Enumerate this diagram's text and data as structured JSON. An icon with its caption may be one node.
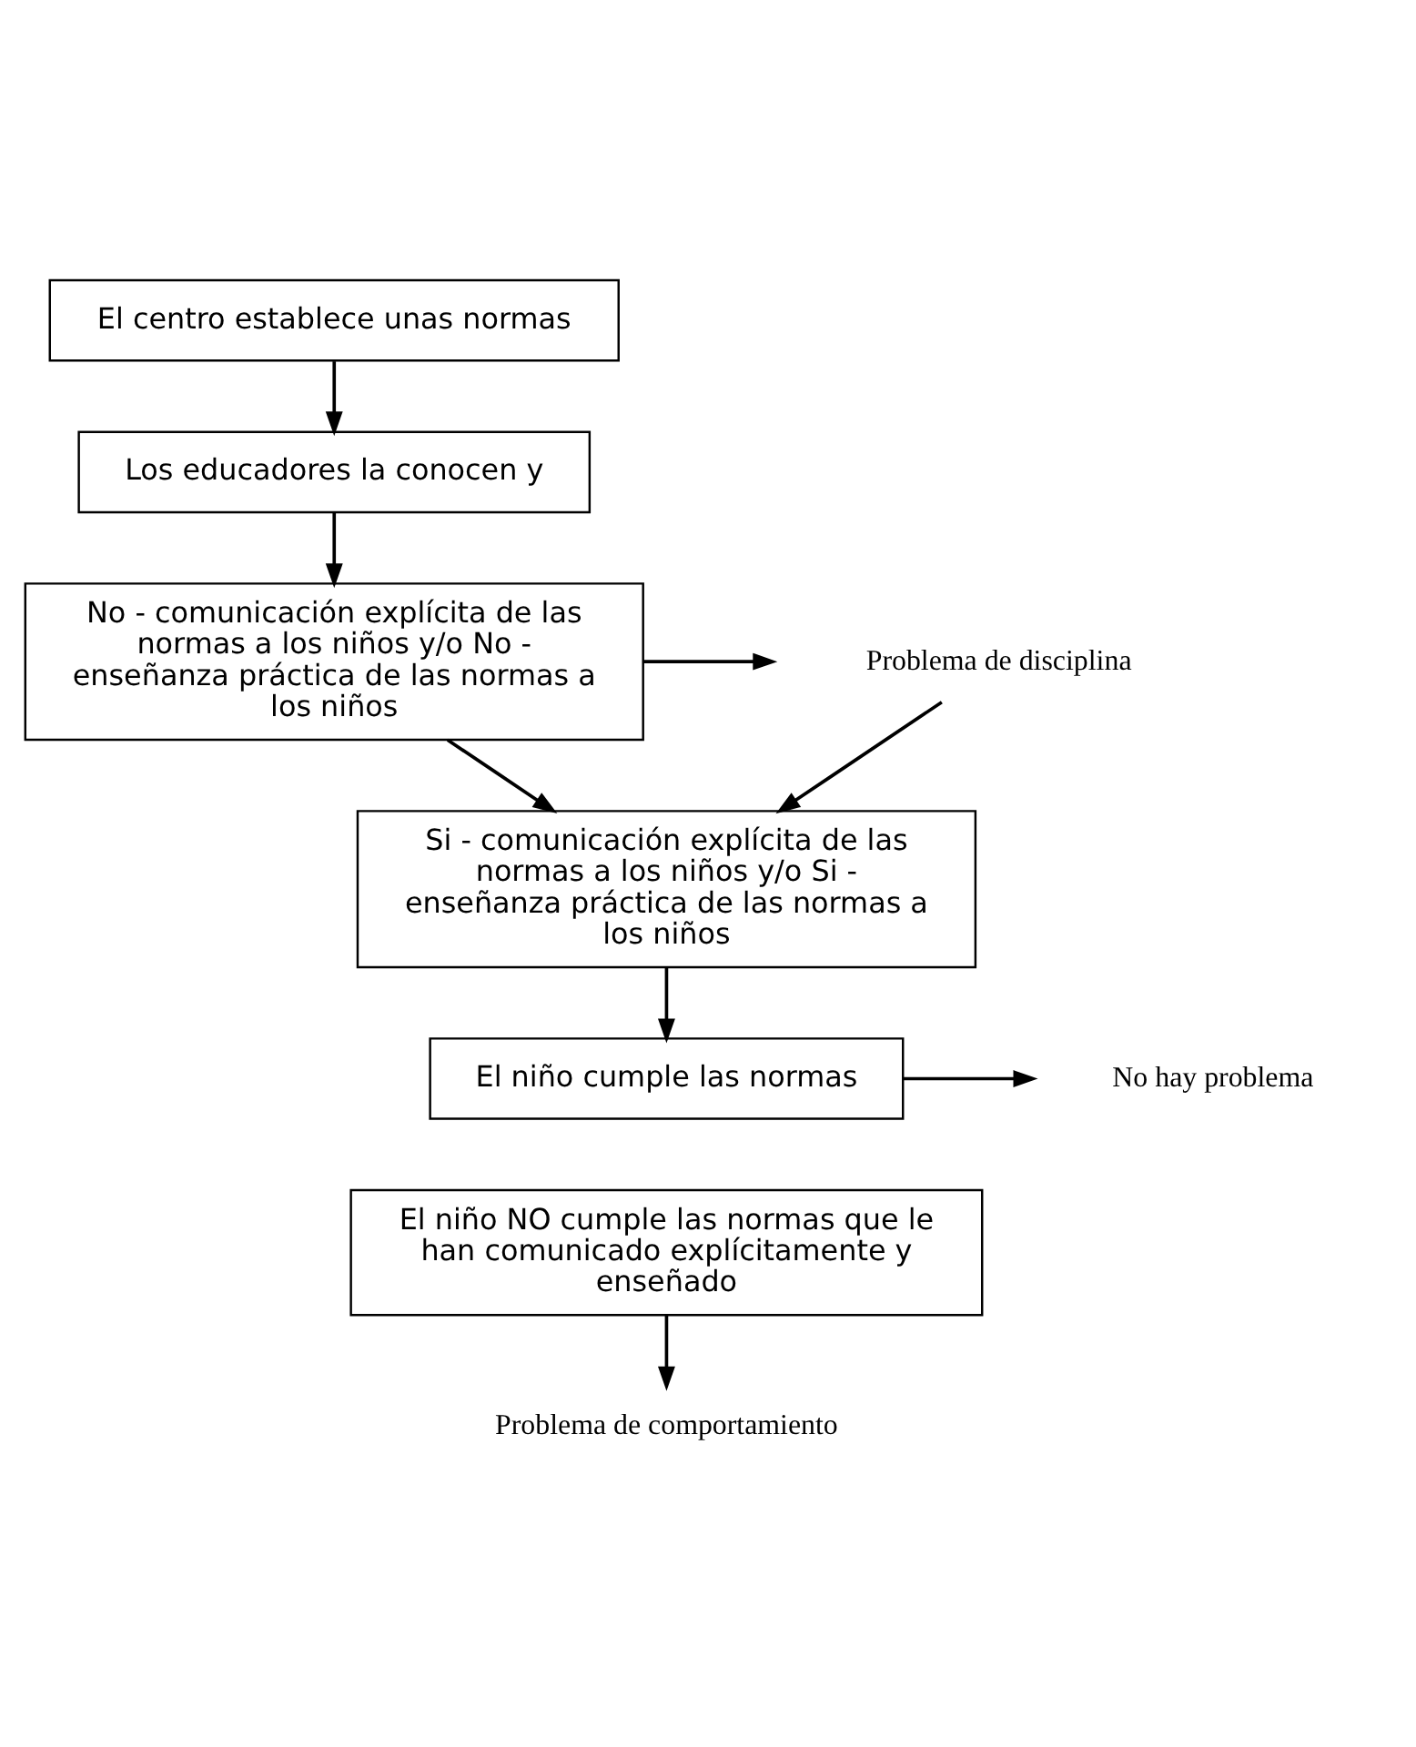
{
  "diagram": {
    "nodes": [
      {
        "text": [
          "El centro establece unas normas"
        ]
      },
      {
        "text": [
          "Los educadores la conocen y"
        ]
      },
      {
        "text": [
          "No - comunicación explícita de las normas a los niños y/o No - enseñanza práctica de las normas a los niños"
        ]
      },
      {
        "text": [
          "Problema de disciplina"
        ]
      },
      {
        "text": [
          "Si - comunicación explícita de las normas a los niños y/o Si - enseñanza práctica de las normas a los niños"
        ]
      },
      {
        "text": [
          "El niño cumple las normas"
        ]
      },
      {
        "text": [
          "No hay problema"
        ]
      },
      {
        "text": [
          "El niño NO cumple las normas que le han comunicado explícitamente y enseñado"
        ]
      },
      {
        "text": [
          "Problema de comportamiento"
        ]
      }
    ],
    "edges": [
      {
        "from": 0,
        "to": 1,
        "arrow": "to"
      },
      {
        "from": 1,
        "to": 2,
        "arrow": "to"
      },
      {
        "from": 2,
        "to": 3,
        "arrow": "to"
      },
      {
        "from": 2,
        "to": 4,
        "arrow": "to"
      },
      {
        "from": 3,
        "to": 4,
        "arrow": "to"
      },
      {
        "from": 4,
        "to": 5,
        "arrow": "to"
      },
      {
        "from": 5,
        "to": 6,
        "arrow": "to"
      },
      {
        "from": 7,
        "to": 8,
        "arrow": "to"
      }
    ]
  }
}
